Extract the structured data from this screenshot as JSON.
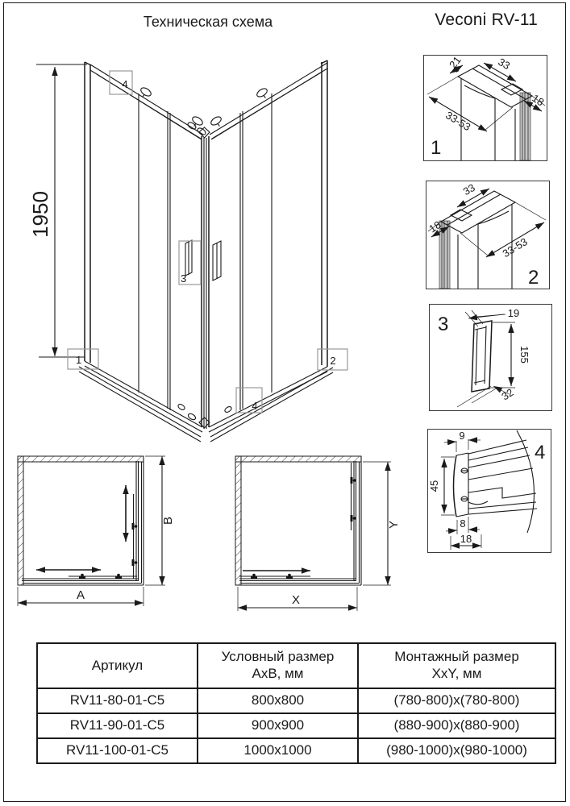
{
  "page": {
    "title": "Техническая схема",
    "brand": "Veconi RV-11"
  },
  "main_drawing": {
    "height_dim": "1950",
    "callouts": {
      "top_rail": "4",
      "handle": "3",
      "bottom_left": "1",
      "bottom_right": "2",
      "bottom_rail": "4"
    }
  },
  "details": [
    {
      "id": "1",
      "dims": [
        "21",
        "33",
        "33-53",
        "18"
      ]
    },
    {
      "id": "2",
      "dims": [
        "33",
        "18",
        "33-53"
      ]
    },
    {
      "id": "3",
      "dims": [
        "19",
        "155",
        "32"
      ]
    },
    {
      "id": "4",
      "dims": [
        "9",
        "45",
        "8",
        "18"
      ]
    }
  ],
  "plans": {
    "left": {
      "width": "A",
      "height": "B"
    },
    "right": {
      "width": "X",
      "height": "Y"
    }
  },
  "table": {
    "headers": [
      {
        "line1": "Артикул",
        "line2": ""
      },
      {
        "line1": "Условный размер",
        "line2": "АхВ, мм"
      },
      {
        "line1": "Монтажный размер",
        "line2": "XxY, мм"
      }
    ],
    "rows": [
      [
        "RV11-80-01-C5",
        "800x800",
        "(780-800)x(780-800)"
      ],
      [
        "RV11-90-01-C5",
        "900x900",
        "(880-900)x(880-900)"
      ],
      [
        "RV11-100-01-C5",
        "1000x1000",
        "(980-1000)x(980-1000)"
      ]
    ]
  }
}
